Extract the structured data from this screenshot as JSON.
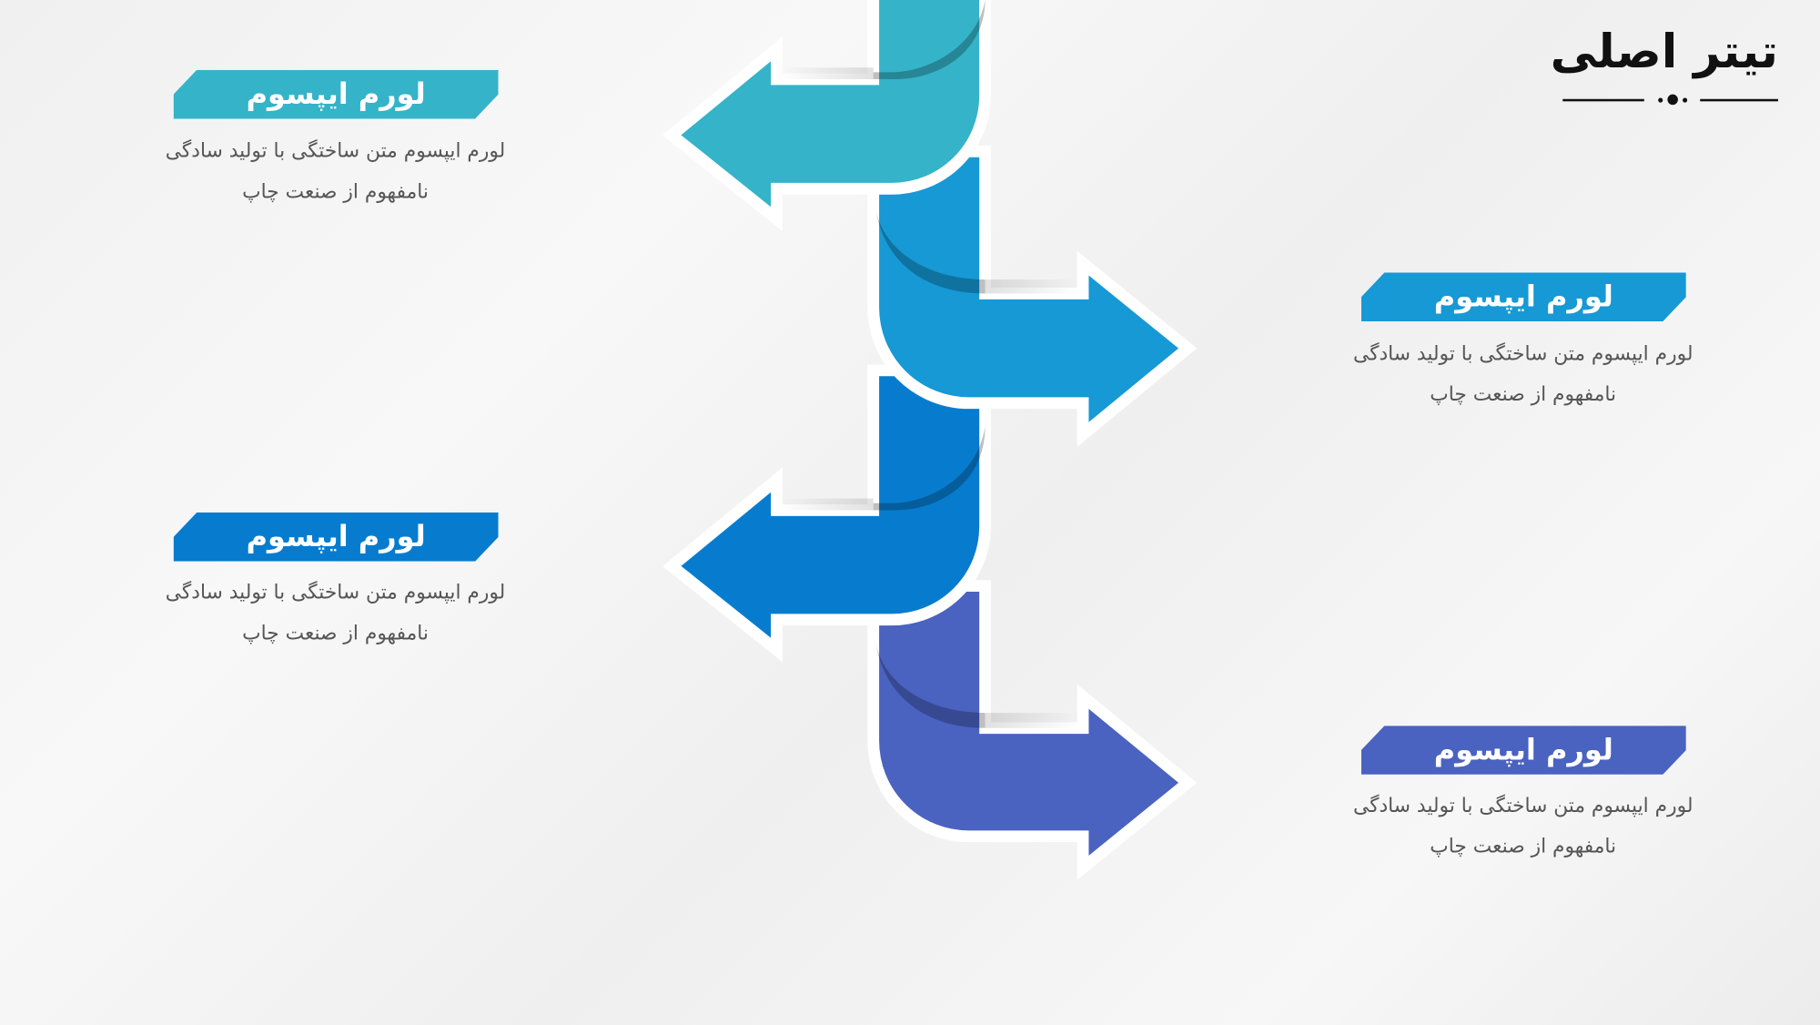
{
  "title": "تیتر اصلی",
  "colors": {
    "step1": "#35B3C9",
    "step2": "#1699D5",
    "step3": "#077CCF",
    "step4": "#4A62C0"
  },
  "steps": [
    {
      "heading": "لورم ایپسوم",
      "line1": "لورم ایپسوم متن ساختگی با تولید سادگی",
      "line2": "نامفهوم از صنعت چاپ",
      "direction": "left"
    },
    {
      "heading": "لورم ایپسوم",
      "line1": "لورم ایپسوم متن ساختگی با تولید سادگی",
      "line2": "نامفهوم از صنعت چاپ",
      "direction": "right"
    },
    {
      "heading": "لورم ایپسوم",
      "line1": "لورم ایپسوم متن ساختگی با تولید سادگی",
      "line2": "نامفهوم از صنعت چاپ",
      "direction": "left"
    },
    {
      "heading": "لورم ایپسوم",
      "line1": "لورم ایپسوم متن ساختگی با تولید سادگی",
      "line2": "نامفهوم از صنعت چاپ",
      "direction": "right"
    }
  ]
}
